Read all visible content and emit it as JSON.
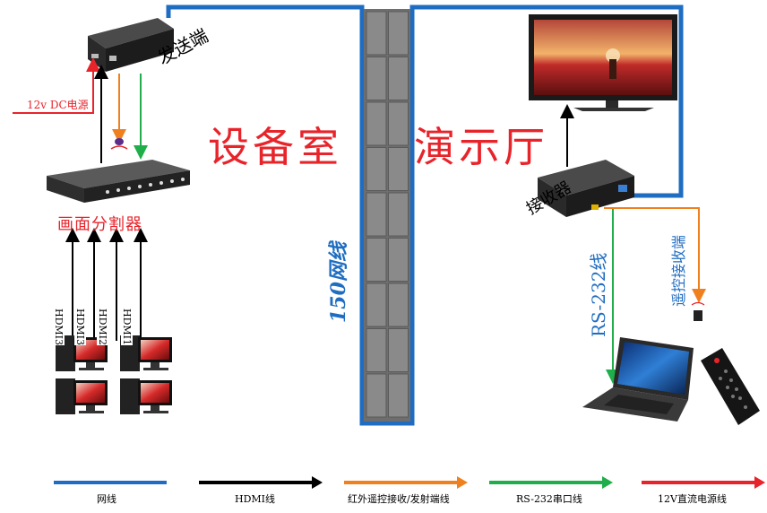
{
  "labels": {
    "sender": "发送端",
    "power_in": "12v DC电源",
    "splitter": "画面分割器",
    "equipment_room": "设备室",
    "hall": "演示厅",
    "network_cable": "150网线",
    "receiver": "接收器",
    "rs232": "RS-232线",
    "ir_receiver": "遥控接收端",
    "hdmi_inputs": [
      "HDMI3",
      "HDMI3",
      "HDMI2",
      "HDMI1"
    ]
  },
  "legend": [
    {
      "label": "网线",
      "color": "#1f6dc2"
    },
    {
      "label": "HDMI线",
      "color": "#000000"
    },
    {
      "label": "红外遥控接收/发射端线",
      "color": "#f0801e"
    },
    {
      "label": "RS-232串口线",
      "color": "#1fae4a"
    },
    {
      "label": "12V直流电源线",
      "color": "#e8242b"
    }
  ],
  "colors": {
    "network": "#1f6dc2",
    "hdmi": "#000000",
    "ir": "#f0801e",
    "rs232": "#1fae4a",
    "power": "#e8242b",
    "room_label": "#e8242b"
  },
  "icons": [
    "sender-device-icon",
    "splitter-device-icon",
    "receiver-device-icon",
    "tv-icon",
    "laptop-icon",
    "remote-control-icon",
    "ir-eye-icon",
    "computer-icon"
  ]
}
